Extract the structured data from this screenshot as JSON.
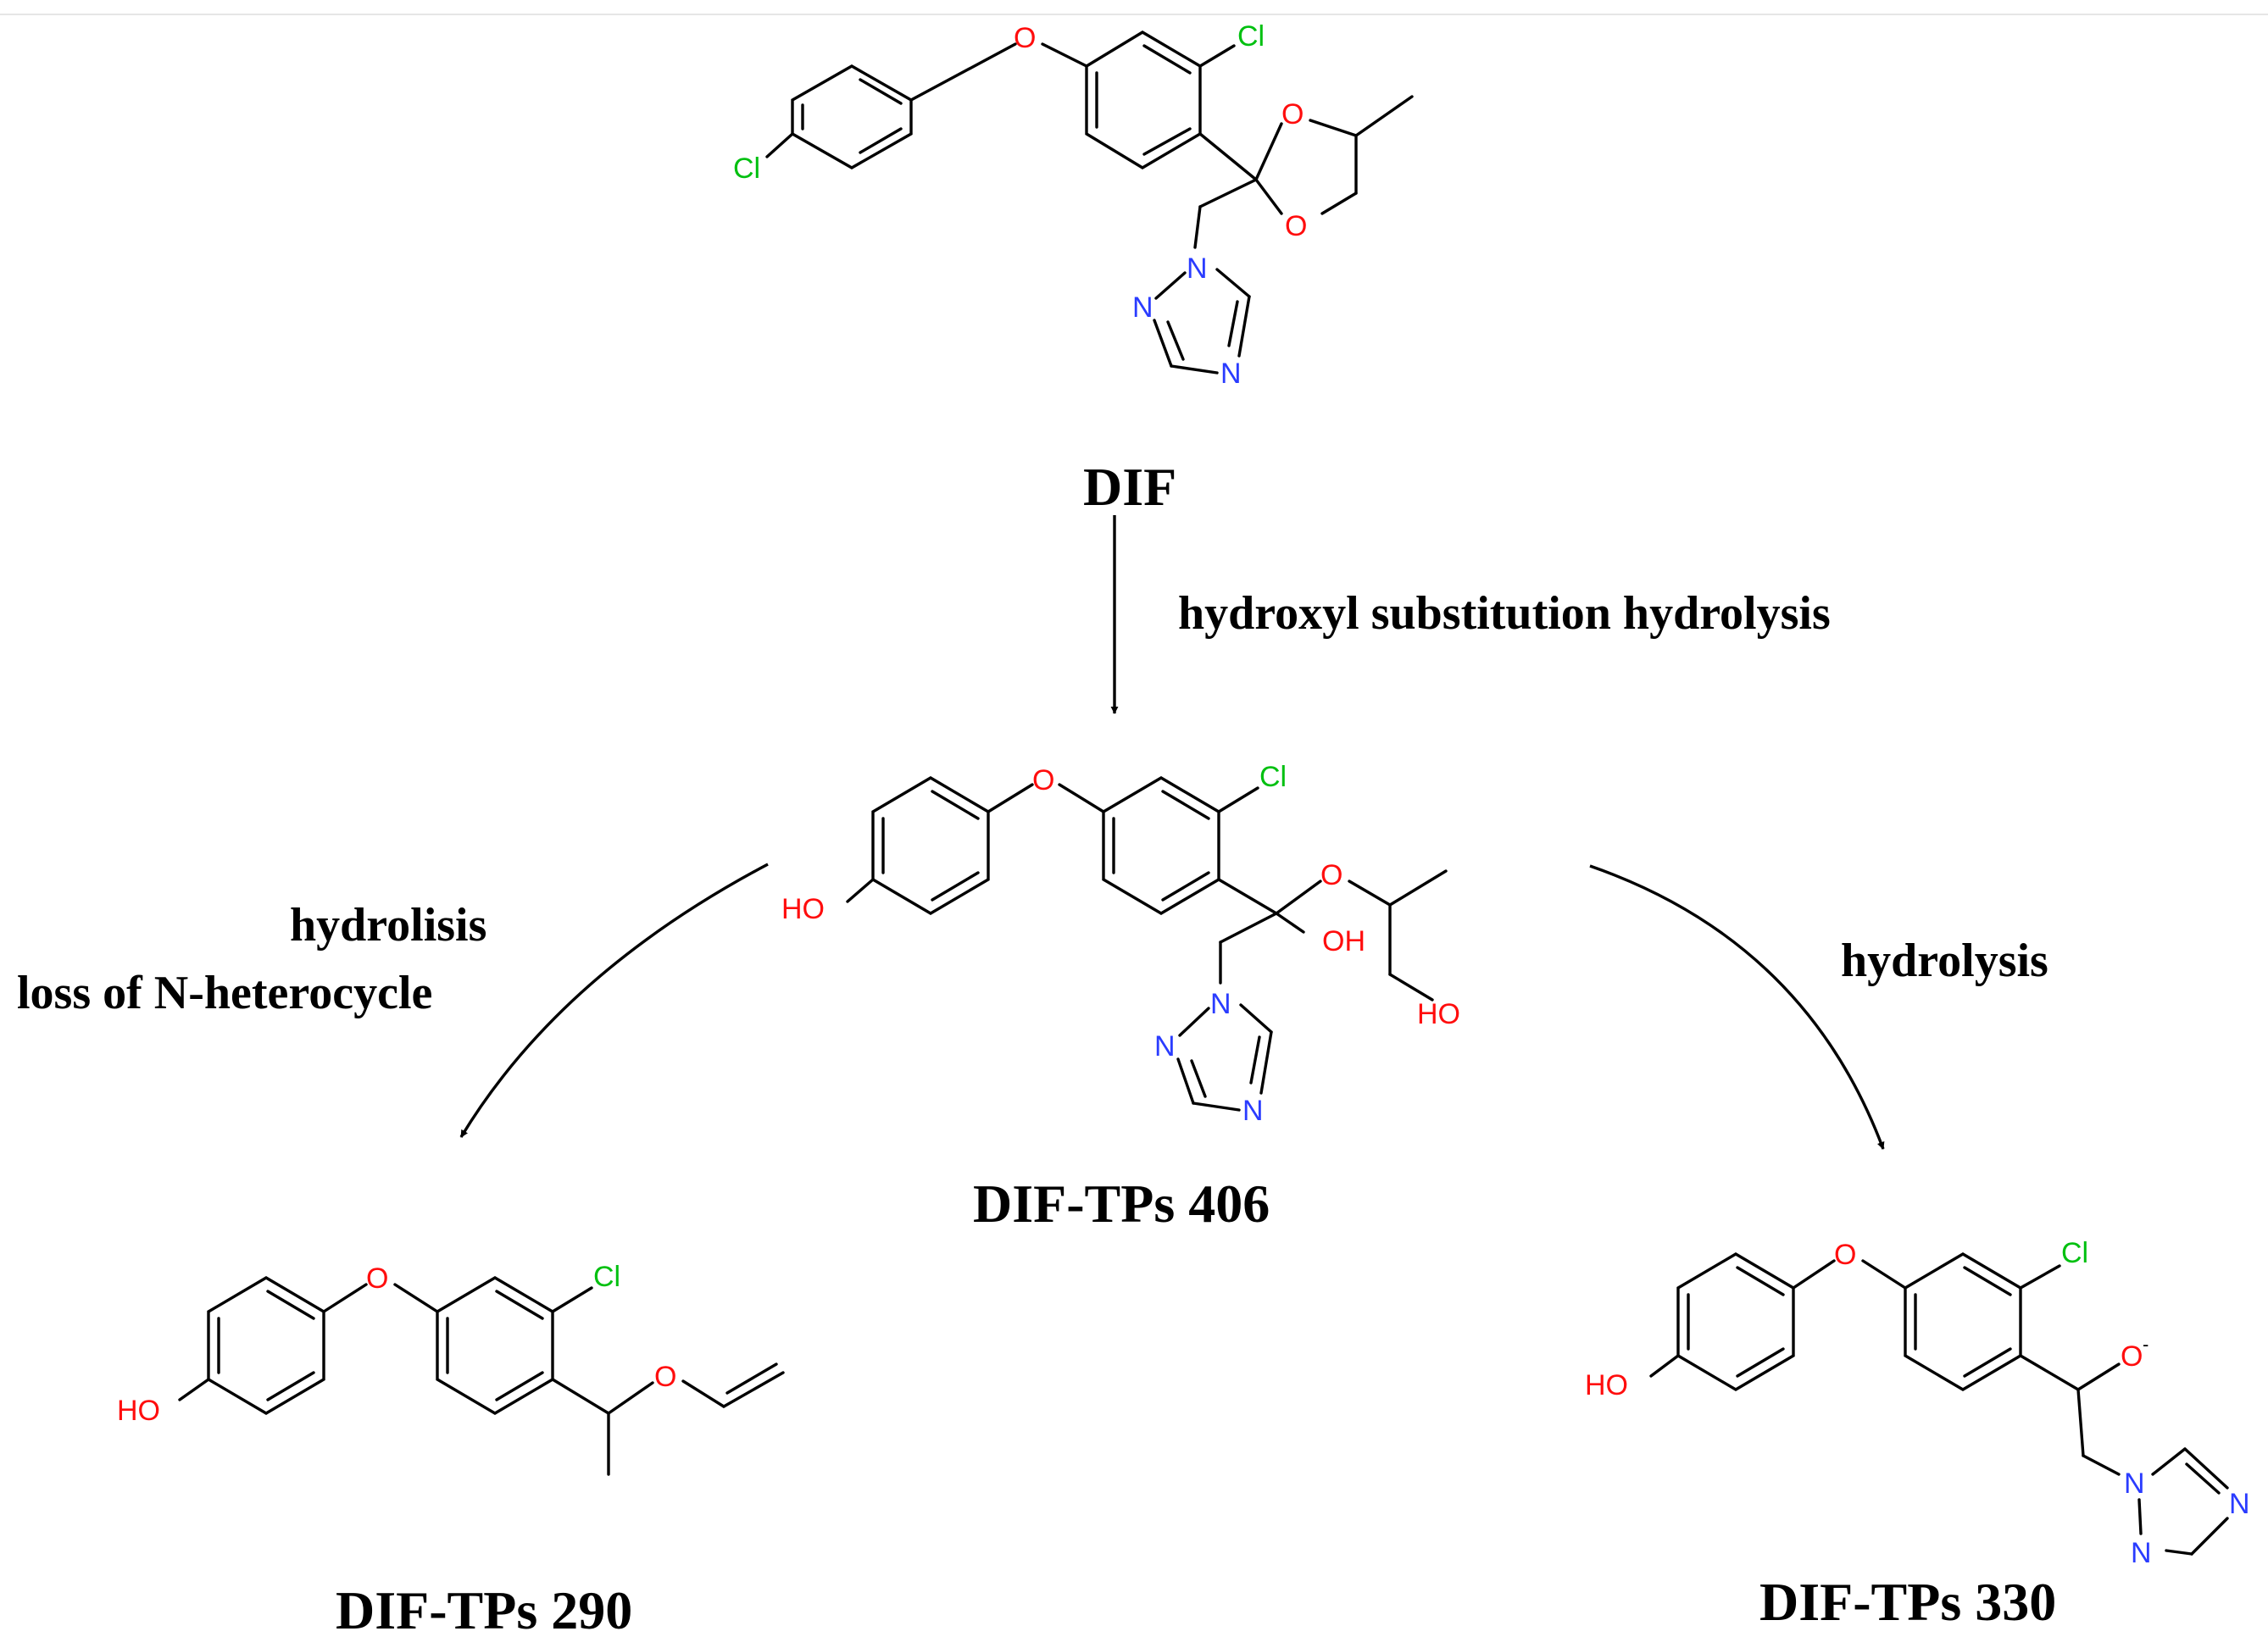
{
  "compounds": {
    "dif": {
      "name": "DIF"
    },
    "tp406": {
      "name": "DIF-TPs 406"
    },
    "tp290": {
      "name": "DIF-TPs 290"
    },
    "tp330": {
      "name": "DIF-TPs 330"
    }
  },
  "steps": {
    "main": "hydroxyl substitution hydrolysis",
    "left_line1": "hydrolisis",
    "left_line2": "loss of N-heterocycle",
    "right": "hydrolysis"
  },
  "atoms": {
    "cl": "Cl",
    "o": "O",
    "n": "N",
    "oh": "OH",
    "ho": "HO",
    "o_minus": "O",
    "minus": "-"
  },
  "colors": {
    "chlorine": "#00c010",
    "oxygen": "#ff0d0d",
    "nitrogen": "#2a3cff",
    "bond": "#000000"
  }
}
